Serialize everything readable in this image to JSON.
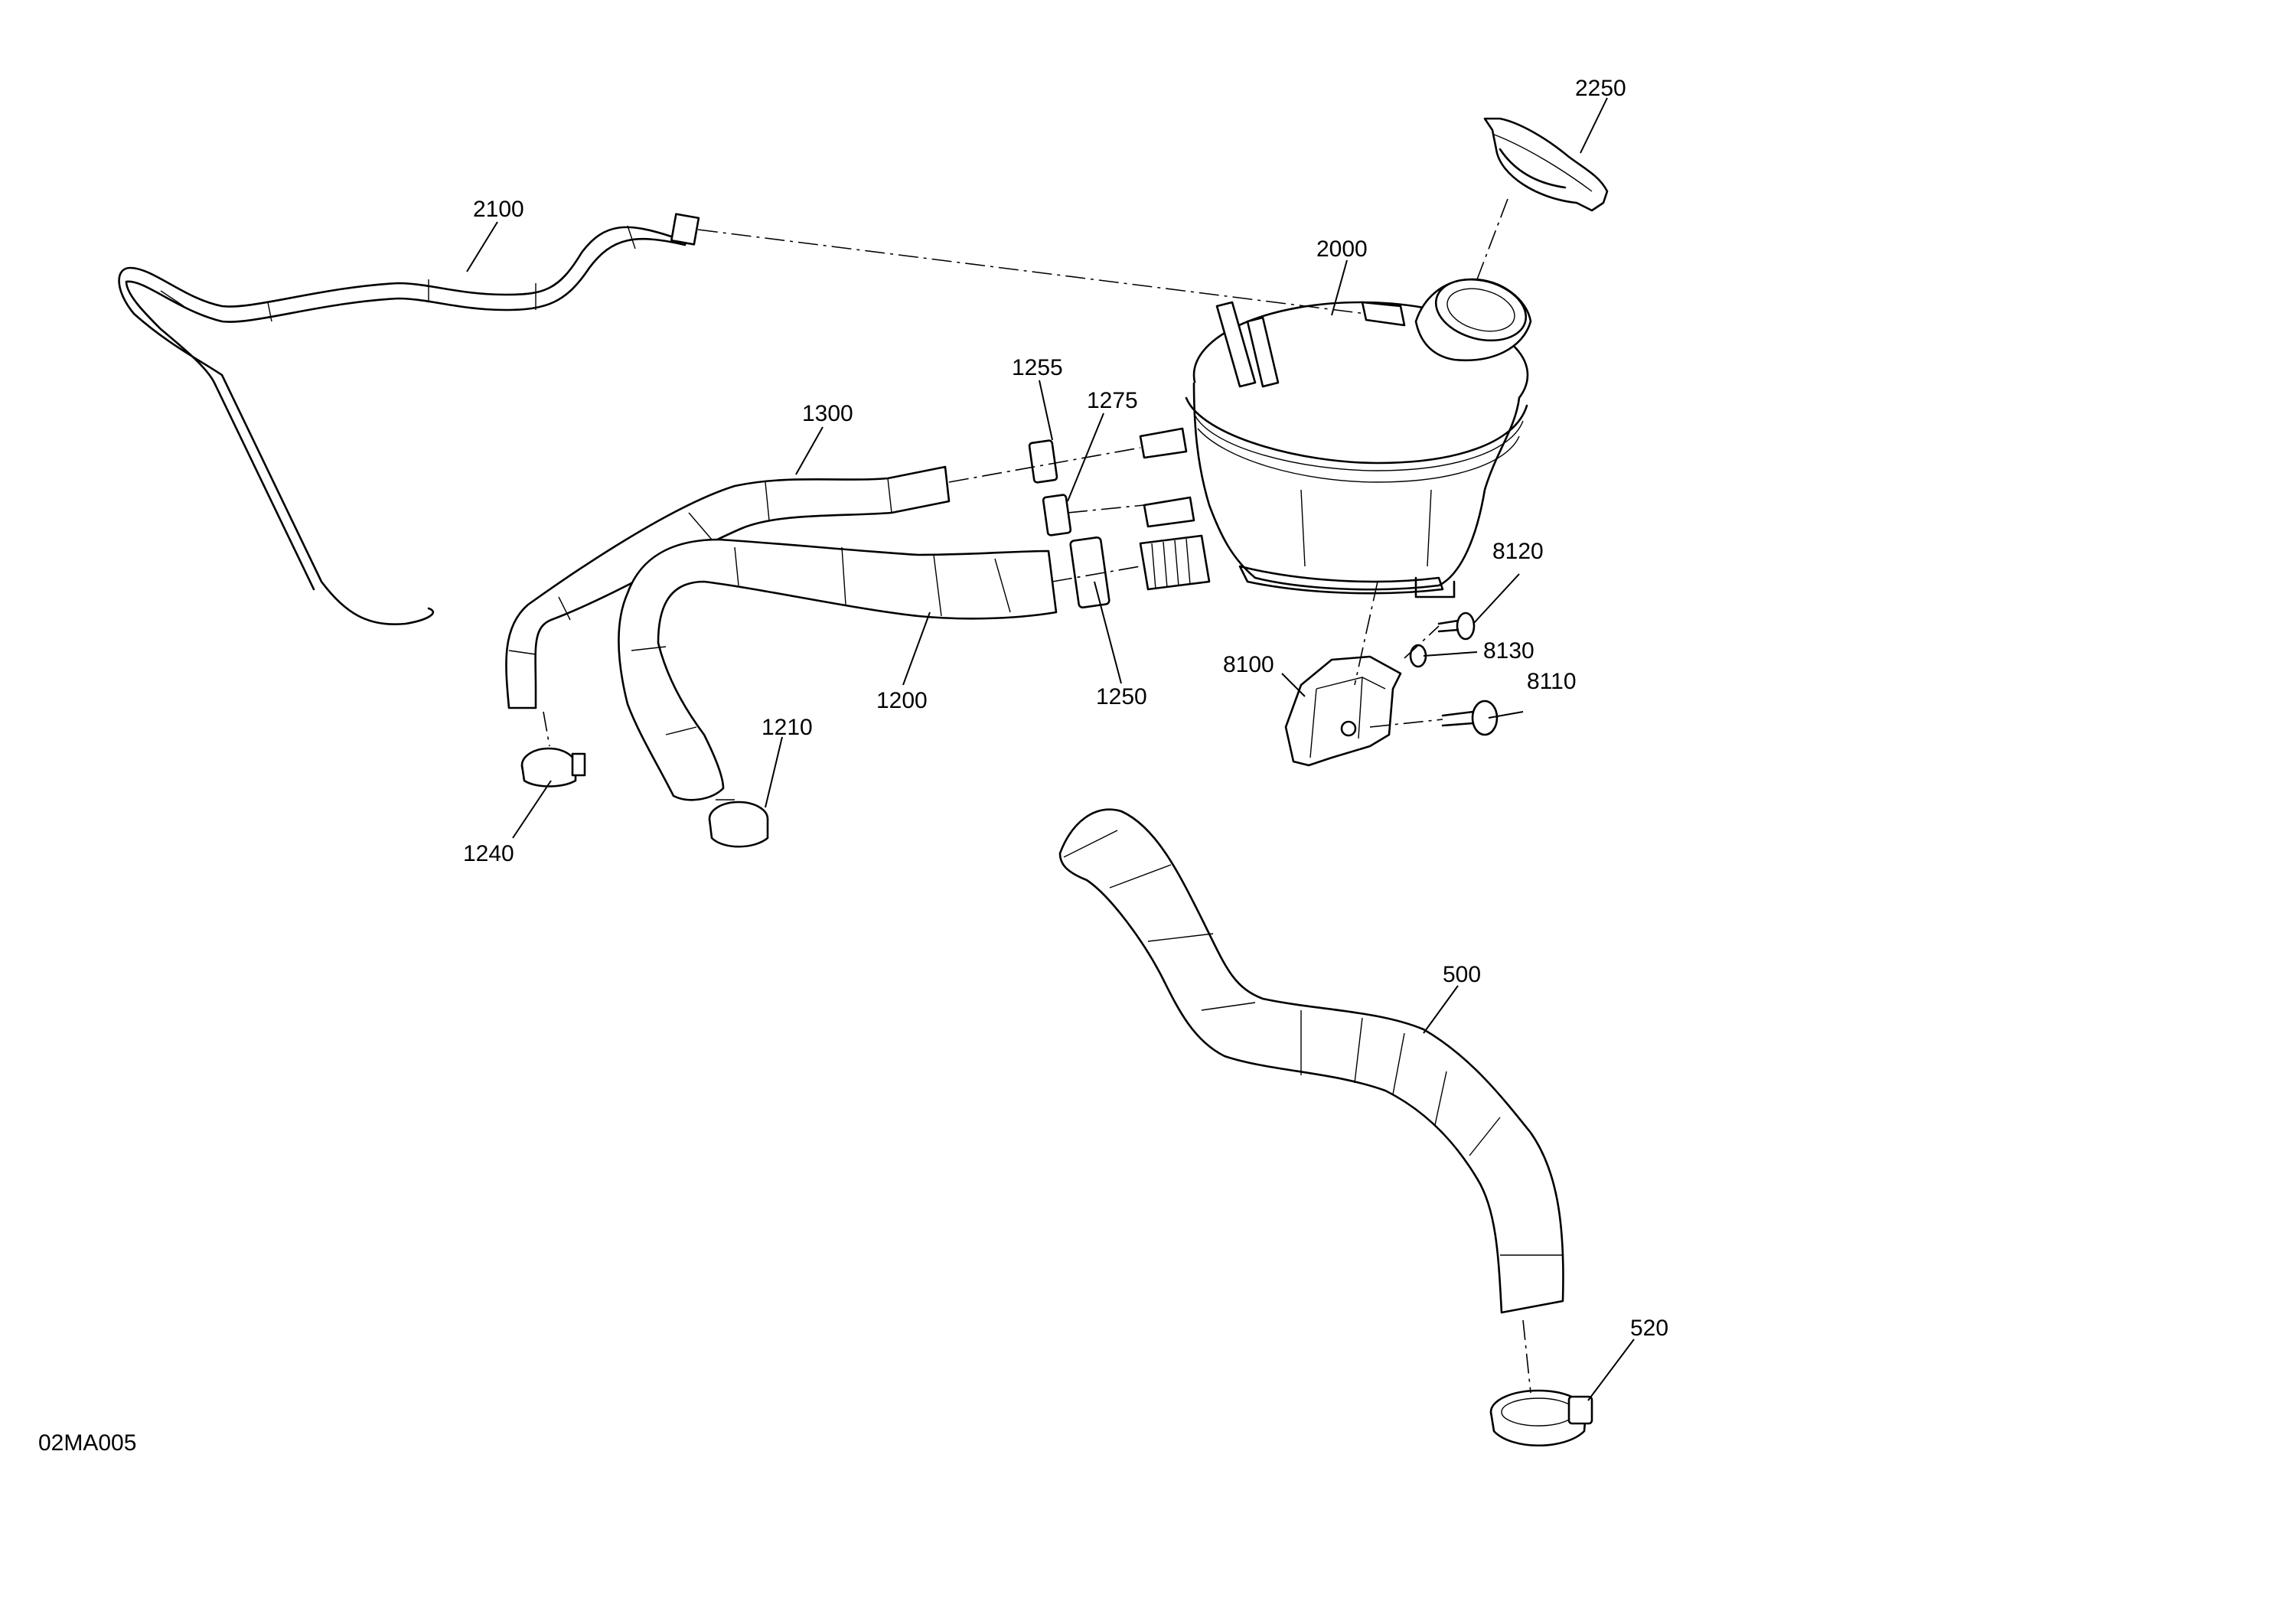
{
  "figure_id": "02MA005",
  "callouts": {
    "c2250": "2250",
    "c2100": "2100",
    "c2000": "2000",
    "c1255": "1255",
    "c1275": "1275",
    "c1300": "1300",
    "c8120": "8120",
    "c8130": "8130",
    "c8110": "8110",
    "c8100": "8100",
    "c1200": "1200",
    "c1250": "1250",
    "c1210": "1210",
    "c1240": "1240",
    "c500": "500",
    "c520": "520"
  }
}
